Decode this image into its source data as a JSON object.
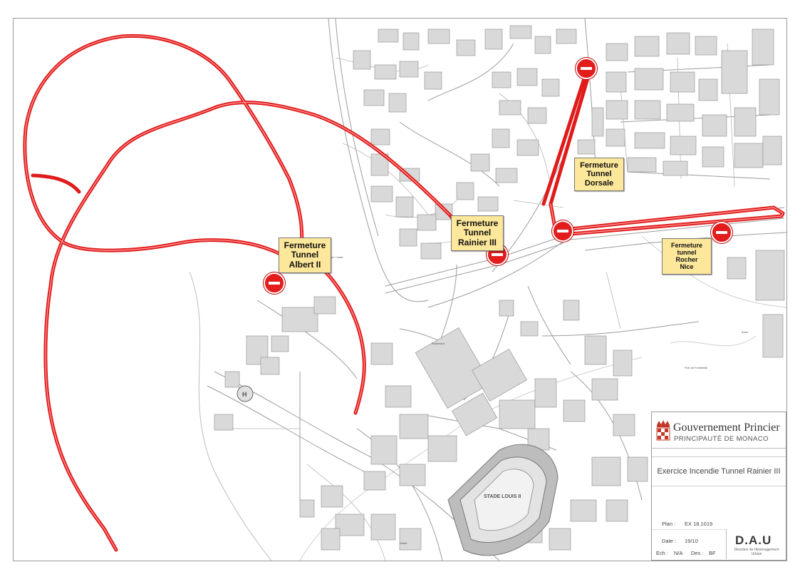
{
  "closures": [
    {
      "lines": [
        "Fermeture",
        "Tunnel",
        "Albert II"
      ]
    },
    {
      "lines": [
        "Fermeture",
        "Tunnel",
        "Rainier III"
      ]
    },
    {
      "lines": [
        "Fermeture",
        "Tunnel",
        "Dorsale"
      ]
    },
    {
      "lines": [
        "Fermeture",
        "tunnel",
        "Rocher",
        "Nice"
      ]
    }
  ],
  "no_entry_signs": 5,
  "route_color": "#e01b1b",
  "label_bg_color": "#fde79a",
  "map_labels": {
    "stadium": "STADE LOUIS II",
    "heliport": "H"
  },
  "title_block": {
    "org_name": "Gouvernement Princier",
    "org_sub": "PRINCIPAUTÉ DE MONACO",
    "exercise": "Exercice Incendie Tunnel Rainier III",
    "plan_label": "Plan :",
    "plan_value": "EX 18.1019",
    "date_label": "Date :",
    "date_value": "19/10",
    "ech_label": "Ech :",
    "ech_value": "N/A",
    "des_label": "Des :",
    "des_value": "BF",
    "dept_acronym": "D.A.U",
    "dept_name": "Direction de l'Aménagement Urbain"
  }
}
